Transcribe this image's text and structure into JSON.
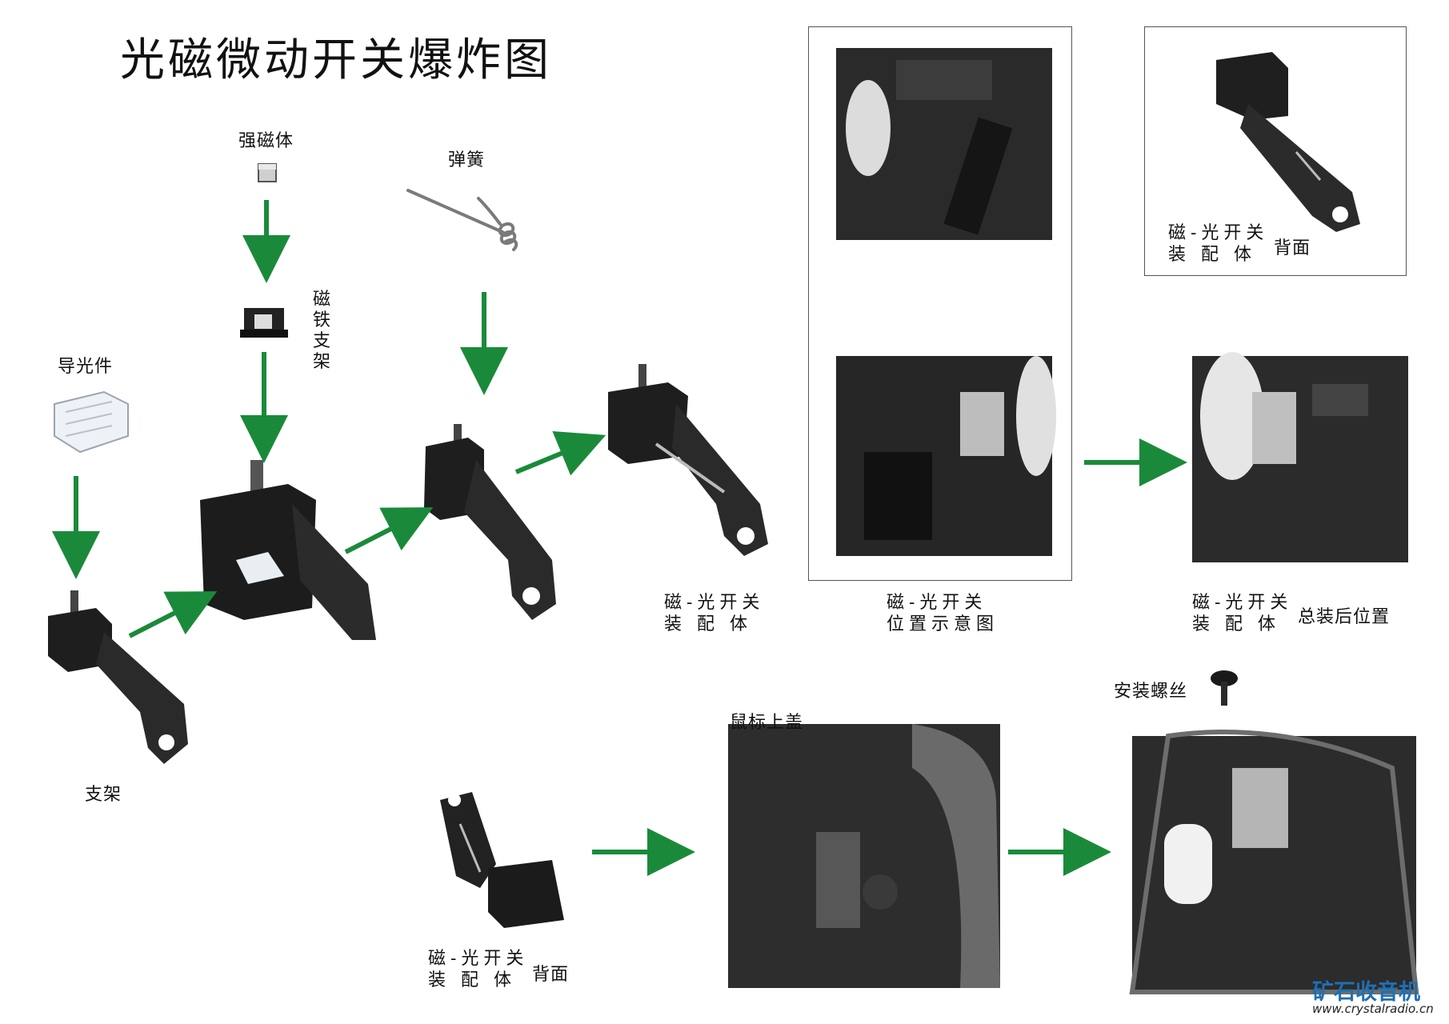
{
  "title": "光磁微动开关爆炸图",
  "labels": {
    "magnet": "强磁体",
    "spring": "弹簧",
    "magnet_holder": "磁铁支架",
    "light_guide": "导光件",
    "bracket": "支架",
    "assembly_line1": "磁-光开关",
    "assembly_line2": "装 配 体",
    "position_line2": "位置示意图",
    "back": "背面",
    "after_assembly": "总装后位置",
    "top_cover": "鼠标上盖",
    "screw": "安装螺丝"
  },
  "watermark": {
    "brand": "矿石收音机",
    "url": "www.crystalradio.cn"
  },
  "colors": {
    "arrow": "#1a8a3a",
    "part": "#1c1c1c",
    "frame": "#555555"
  }
}
